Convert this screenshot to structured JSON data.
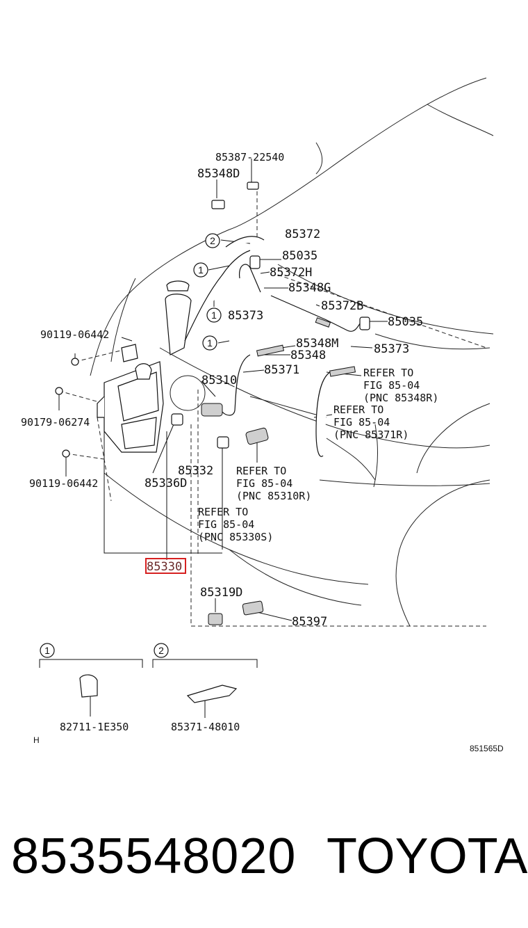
{
  "diagram": {
    "labels": {
      "p85387": "85387-22540",
      "p85348D": "85348D",
      "p85372": "85372",
      "p85035a": "85035",
      "p85372H": "85372H",
      "p85348G": "85348G",
      "p85373a": "85373",
      "p85372B": "85372B",
      "p85035b": "85035",
      "p90119a": "90119-06442",
      "p85348M": "85348M",
      "p85373b": "85373",
      "p85348": "85348",
      "p85371": "85371",
      "p85310": "85310",
      "p90179": "90179-06274",
      "p85332": "85332",
      "p90119b": "90119-06442",
      "p85336D": "85336D",
      "p85330": "85330",
      "p85319D": "85319D",
      "p85397": "85397",
      "p82711": "82711-1E350",
      "p85371b": "85371-48010",
      "fig_h": "H",
      "fig_id": "851565D"
    },
    "refs": {
      "r1": [
        "REFER TO",
        "FIG 85-04",
        "(PNC 85348R)"
      ],
      "r2": [
        "REFER TO",
        "FIG 85-04",
        "(PNC 85371R)"
      ],
      "r3": [
        "REFER TO",
        "FIG 85-04",
        "(PNC 85310R)"
      ],
      "r4": [
        "REFER TO",
        "FIG 85-04",
        "(PNC 85330S)"
      ]
    },
    "circles": {
      "c1": "1",
      "c2": "2"
    }
  },
  "footer": {
    "part_number": "8535548020",
    "brand": "TOYOTA"
  }
}
